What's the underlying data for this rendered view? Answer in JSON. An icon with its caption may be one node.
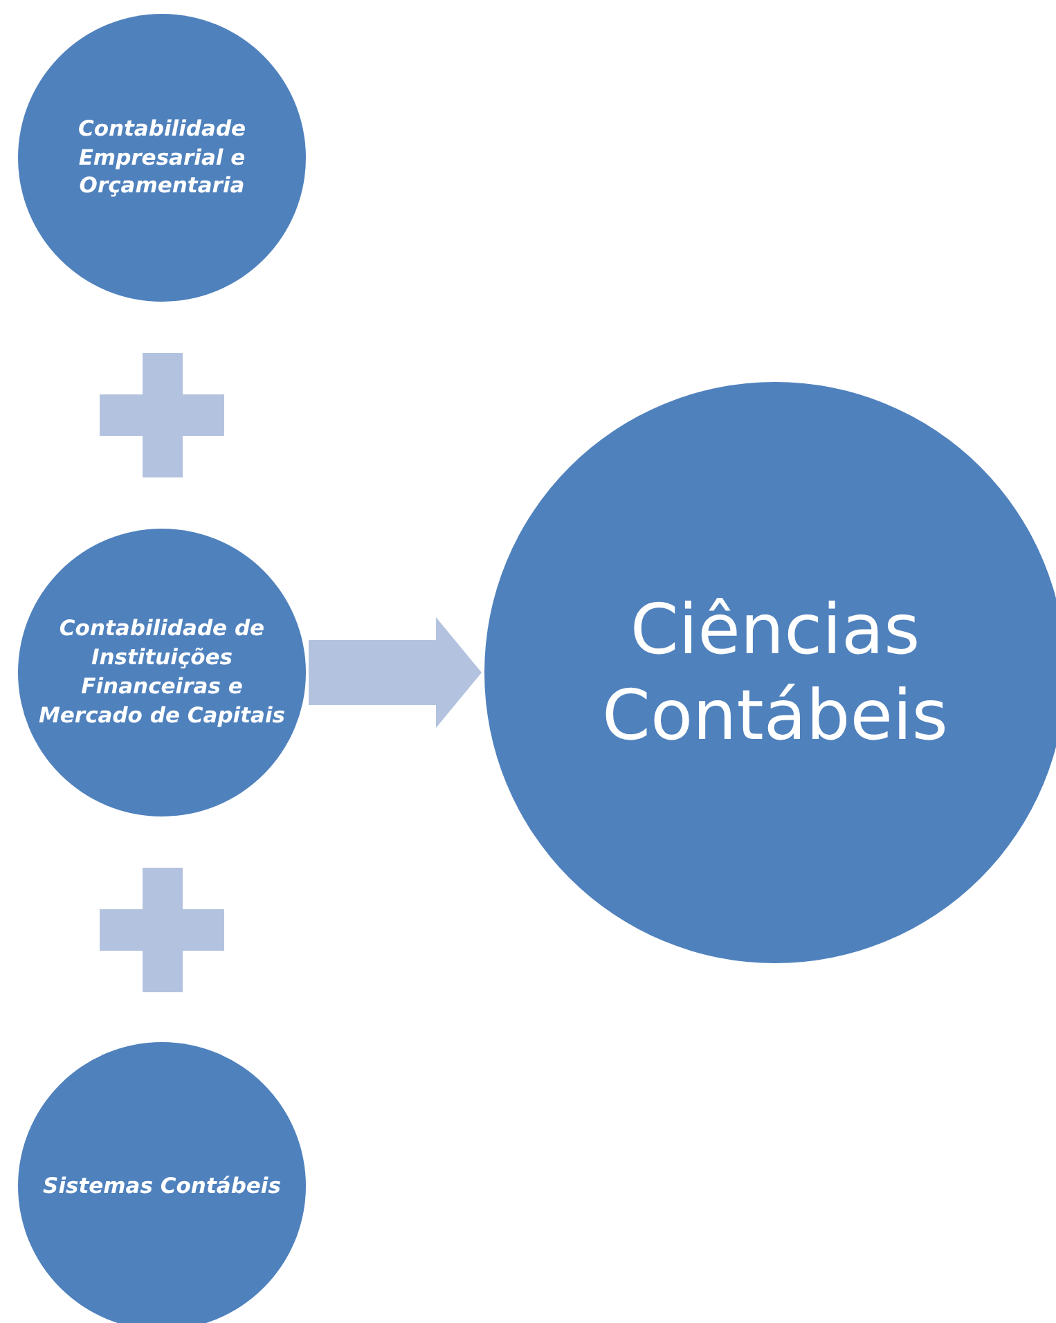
{
  "diagram": {
    "nodes": [
      {
        "text": [
          "Contabilidade Empresarial e Orçamentaria"
        ]
      },
      {
        "text": [
          "Contabilidade de Instituições Financeiras e Mercado de Capitais"
        ]
      },
      {
        "text": [
          "Sistemas Contábeis"
        ]
      },
      {
        "text": [
          "Ciências Contábeis"
        ]
      }
    ],
    "edges": [
      {
        "from": 1,
        "to": 3,
        "arrow": "to"
      }
    ]
  }
}
